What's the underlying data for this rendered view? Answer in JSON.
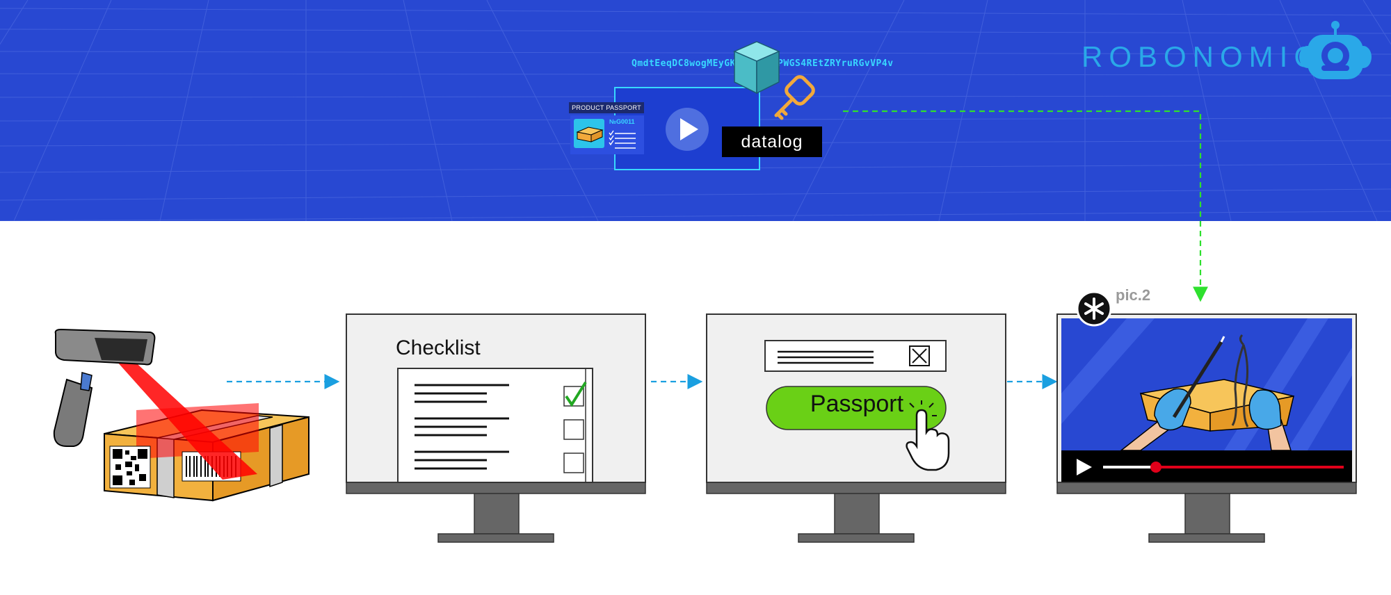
{
  "banner": {
    "brand": "ROBONOMICS",
    "hash_left": "QmdtEeqDC8wogMEyGK",
    "hash_right": "PWGS4REtZRYruRGvVP4v",
    "passport_tag": "PRODUCT PASSPORT",
    "passport_number": "№G0011",
    "datalog_label": "datalog"
  },
  "screens": {
    "checklist_title": "Checklist",
    "passport_button": "Passport",
    "pic_label": "pic.2"
  },
  "colors": {
    "banner": "#2848d2",
    "brand": "#2aa8e8",
    "flow_arrow": "#1a9fe0",
    "data_arrow": "#2ee02e",
    "passport_button": "#6ad016",
    "progress": "#e0001a"
  },
  "icons": [
    "barcode-scanner-icon",
    "box-icon",
    "qr-code-icon",
    "cube-icon",
    "key-icon",
    "play-icon",
    "checkmark-icon",
    "close-box-icon",
    "pointer-hand-icon",
    "asterisk-icon",
    "robot-logo-icon"
  ]
}
